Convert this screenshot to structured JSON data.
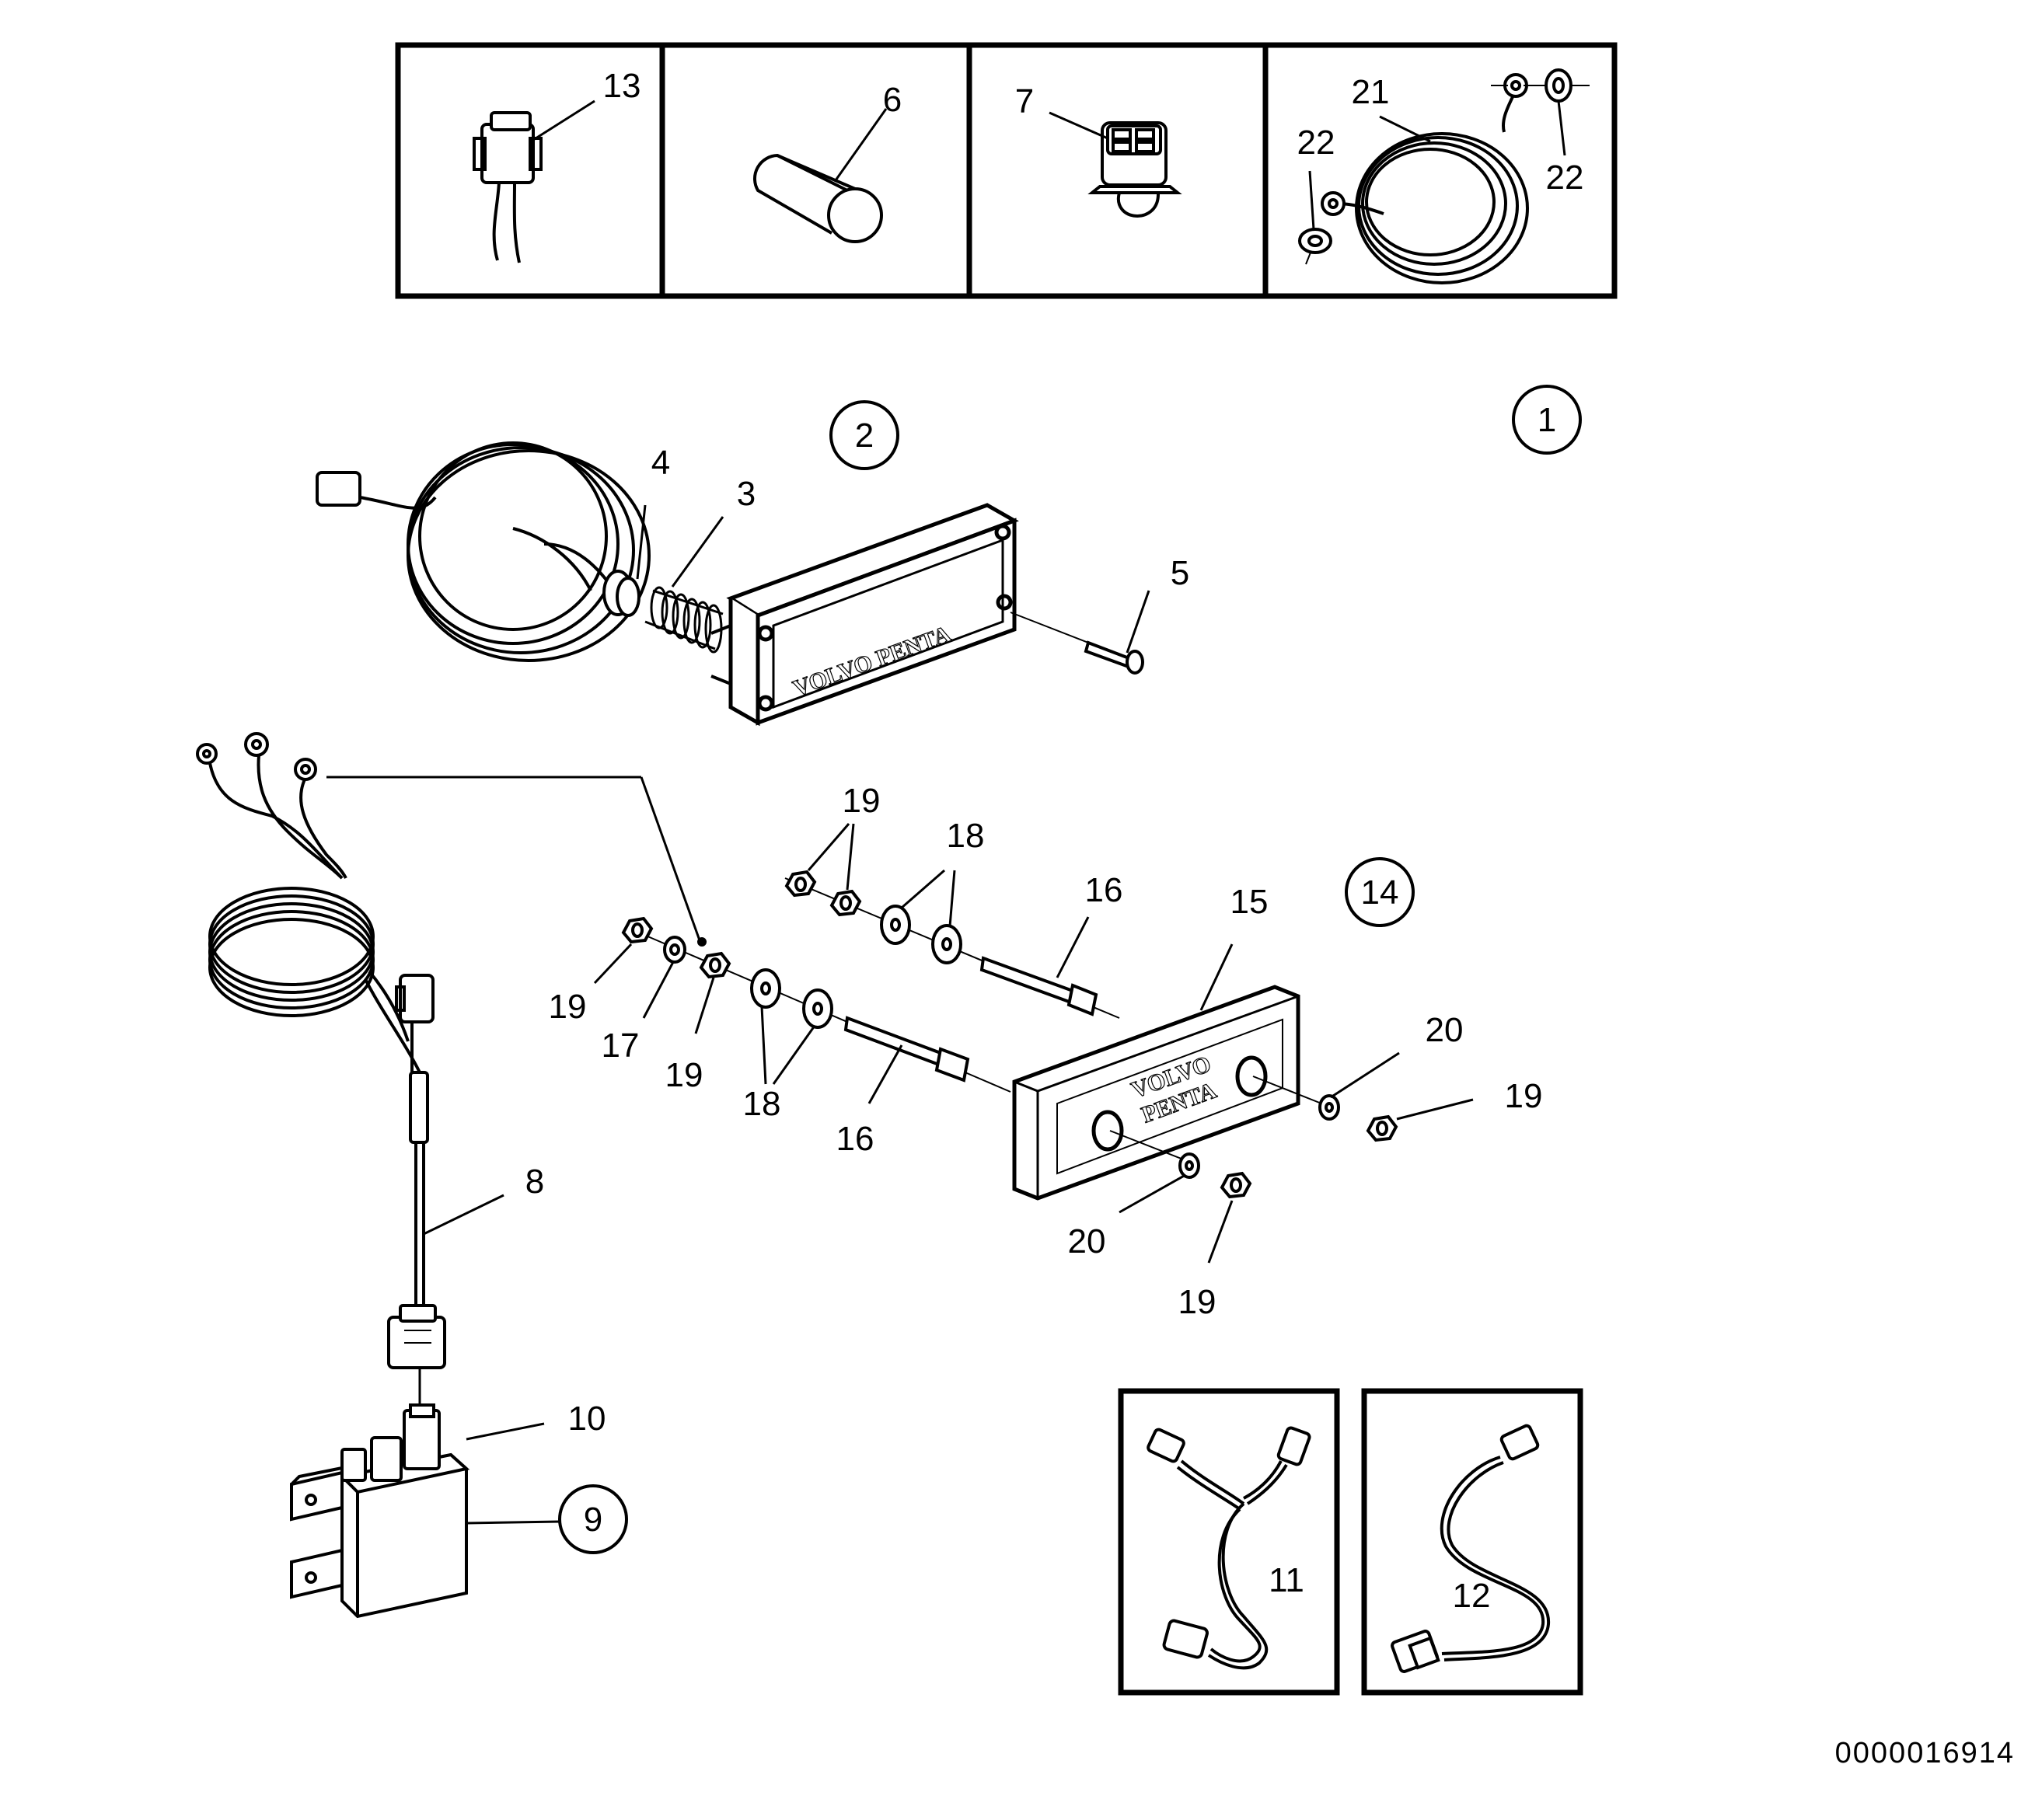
{
  "diagram": {
    "callouts": {
      "c13": "13",
      "c6": "6",
      "c7": "7",
      "c21": "21",
      "c22a": "22",
      "c22b": "22",
      "c2": "2",
      "c1": "1",
      "c4": "4",
      "c3": "3",
      "c5": "5",
      "c19a": "19",
      "c18a": "18",
      "c16a": "16",
      "c15": "15",
      "c14": "14",
      "c19b": "19",
      "c17": "17",
      "c19c": "19",
      "c18b": "18",
      "c16b": "16",
      "c20a": "20",
      "c19d": "19",
      "c20b": "20",
      "c19e": "19",
      "c8": "8",
      "c10": "10",
      "c9": "9",
      "c11": "11",
      "c12": "12"
    },
    "logo_text_1": "VOLVO PENTA",
    "logo_text_2a": "VOLVO",
    "logo_text_2b": "PENTA",
    "drawing_number": "0000016914"
  },
  "colors": {
    "line": "#000000",
    "background": "#ffffff"
  }
}
